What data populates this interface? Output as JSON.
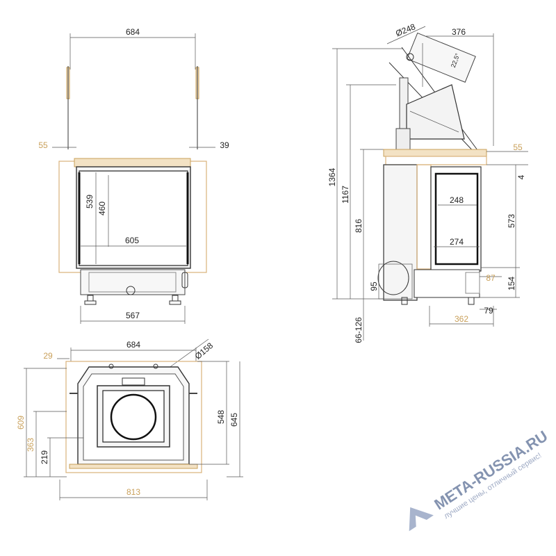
{
  "front_view": {
    "top_width": "684",
    "left_frame": "55",
    "right_frame": "39",
    "height_outer": "539",
    "height_inner": "460",
    "glass_width": "605",
    "base_width": "567"
  },
  "side_view": {
    "flue_diameter": "Ø248",
    "top_offset": "376",
    "angle": "22,5°",
    "frame": "55",
    "total_height": "1364",
    "height_1167": "1167",
    "height_816": "816",
    "height_573": "573",
    "gap_4": "4",
    "inner_248": "248",
    "inner_274": "274",
    "dim_87": "87",
    "dim_154": "154",
    "dim_95": "95",
    "dim_79": "79",
    "depth_362": "362",
    "legs": "66-126"
  },
  "plan_view": {
    "top_width": "684",
    "air_diameter": "Ø158",
    "offset_29": "29",
    "depth_609": "609",
    "depth_363": "363",
    "depth_219": "219",
    "depth_548": "548",
    "depth_645": "645",
    "overall_width": "813"
  },
  "watermark": {
    "brand": "META-RUSSIA.RU",
    "slogan": "лучшие цены, отличный сервис!",
    "brand_color": "#5b6f96"
  }
}
